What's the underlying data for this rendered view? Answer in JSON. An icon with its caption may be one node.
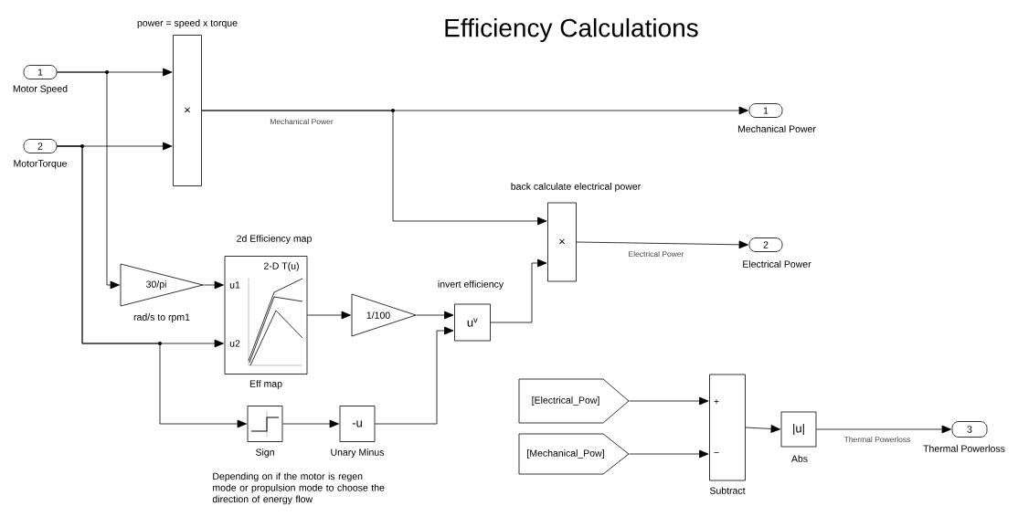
{
  "diagram": {
    "title": "Efficiency Calculations",
    "nodes": [
      {
        "text": [
          "1"
        ],
        "beside": [
          "Motor Speed"
        ]
      },
      {
        "text": [
          "2"
        ],
        "beside": [
          "MotorTorque"
        ]
      },
      {
        "text": [
          "×"
        ],
        "beside": [
          "power = speed x torque"
        ]
      },
      {
        "text": [
          "1"
        ],
        "beside": [
          "Mechanical Power"
        ]
      },
      {
        "text": [
          "×"
        ],
        "beside": [
          "back calculate electrical power"
        ]
      },
      {
        "text": [
          "2"
        ],
        "beside": [
          "Electrical Power"
        ]
      },
      {
        "text": [
          "30/pi"
        ],
        "beside": [
          "rad/s to rpm1"
        ]
      },
      {
        "text": [
          "2-D T(u)",
          "u1",
          "u2"
        ],
        "beside": [
          "2d Efficiency map",
          "Eff map"
        ]
      },
      {
        "text": [
          "1/100"
        ]
      },
      {
        "text": [
          "u$^{v}$"
        ],
        "beside": [
          "invert efficiency"
        ]
      },
      {
        "text": [],
        "shape": "box",
        "beside": [
          "Sign"
        ]
      },
      {
        "text": [
          "-u"
        ],
        "beside": [
          "Unary Minus"
        ]
      },
      {
        "text": [
          "[Electrical_Pow]"
        ]
      },
      {
        "text": [
          "[Mechanical_Pow]"
        ]
      },
      {
        "text": [
          "+",
          "−"
        ],
        "beside": [
          "Subtract"
        ]
      },
      {
        "text": [
          "|u|"
        ],
        "beside": [
          "Abs"
        ]
      },
      {
        "text": [
          "3"
        ],
        "beside": [
          "Thermal Powerloss"
        ]
      }
    ],
    "edges": [
      {
        "from": 0,
        "to": 2,
        "arrow": "to"
      },
      {
        "from": 1,
        "to": 2,
        "arrow": "to"
      },
      {
        "from": 0,
        "to": 6,
        "arrow": "to"
      },
      {
        "from": 1,
        "to": 7,
        "arrow": "to"
      },
      {
        "from": 1,
        "to": 10,
        "arrow": "to"
      },
      {
        "from": 2,
        "to": 3,
        "arrow": "to",
        "label": "Mechanical Power"
      },
      {
        "from": 2,
        "to": 4,
        "arrow": "to"
      },
      {
        "from": 4,
        "to": 5,
        "arrow": "to",
        "label": "Electrical Power"
      },
      {
        "from": 6,
        "to": 7,
        "arrow": "to"
      },
      {
        "from": 7,
        "to": 8,
        "arrow": "to"
      },
      {
        "from": 8,
        "to": 9,
        "arrow": "to"
      },
      {
        "from": 11,
        "to": 9,
        "arrow": "to"
      },
      {
        "from": 10,
        "to": 11,
        "arrow": "to"
      },
      {
        "from": 9,
        "to": 4,
        "arrow": "to"
      },
      {
        "from": 12,
        "to": 14,
        "arrow": "to"
      },
      {
        "from": 13,
        "to": 14,
        "arrow": "to"
      },
      {
        "from": 14,
        "to": 15,
        "arrow": "to"
      },
      {
        "from": 15,
        "to": 16,
        "arrow": "to",
        "label": "Thermal Powerloss"
      }
    ],
    "labels": [
      "Depending on if the motor is regen mode or propulsion mode to choose the direction of energy flow"
    ]
  }
}
